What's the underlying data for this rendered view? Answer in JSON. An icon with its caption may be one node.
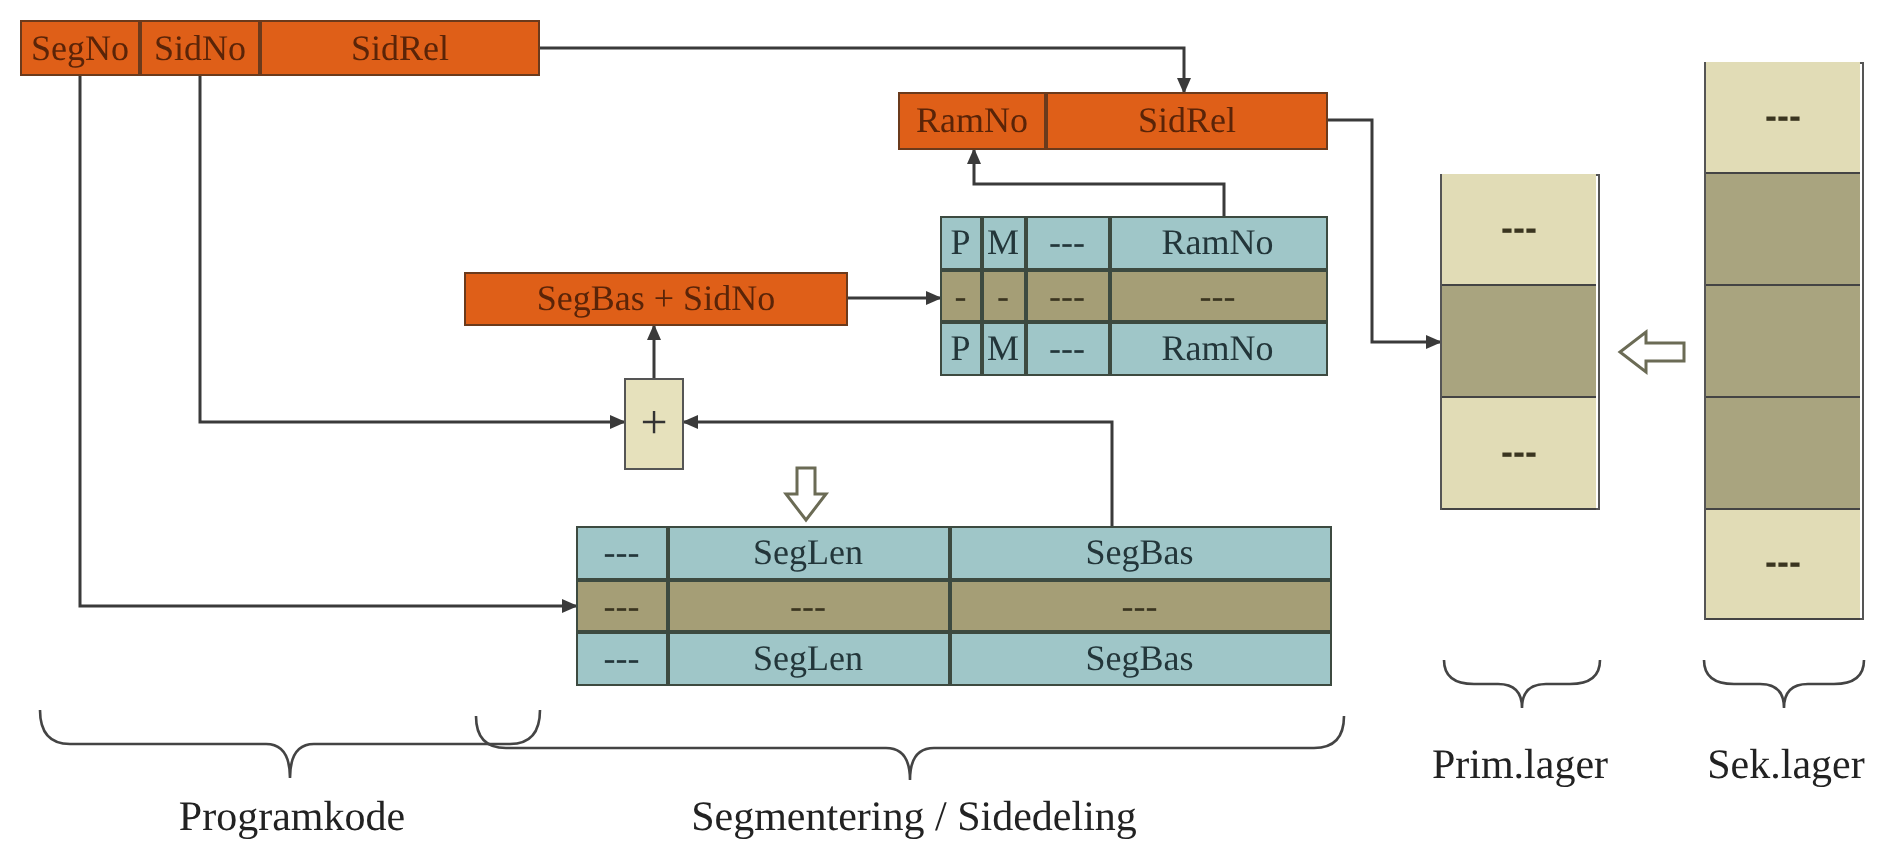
{
  "diagram": {
    "nodes": [
      {
        "text": [
          "SegNo"
        ]
      },
      {
        "text": [
          "SidNo"
        ]
      },
      {
        "text": [
          "SidRel"
        ]
      },
      {
        "text": [
          "RamNo"
        ]
      },
      {
        "text": [
          "SidRel"
        ]
      },
      {
        "text": [
          "P",
          "M",
          "---",
          "RamNo"
        ]
      },
      {
        "text": [
          "-",
          "-",
          "---",
          "---"
        ]
      },
      {
        "text": [
          "P",
          "M",
          "---",
          "RamNo"
        ]
      },
      {
        "text": [
          "SegBas + SidNo"
        ]
      },
      {
        "text": [
          "+"
        ]
      },
      {
        "text": [
          "---",
          "SegLen",
          "SegBas"
        ]
      },
      {
        "text": [
          "---",
          "---",
          "---"
        ]
      },
      {
        "text": [
          "---",
          "SegLen",
          "SegBas"
        ]
      },
      {
        "text": [],
        "shape": "box"
      },
      {
        "text": [
          "---"
        ],
        "in": 13
      },
      {
        "text": [],
        "shape": "box",
        "in": 13
      },
      {
        "text": [
          "---"
        ],
        "in": 13
      },
      {
        "text": [],
        "shape": "box"
      },
      {
        "text": [
          "---"
        ],
        "in": 17
      },
      {
        "text": [],
        "shape": "box",
        "in": 17
      },
      {
        "text": [],
        "shape": "box",
        "in": 17
      },
      {
        "text": [],
        "shape": "box",
        "in": 17
      },
      {
        "text": [
          "---"
        ],
        "in": 17
      }
    ],
    "edges": [
      {
        "from": 0,
        "to": 11,
        "arrow": "to"
      },
      {
        "from": 1,
        "to": 9,
        "arrow": "to"
      },
      {
        "from": 2,
        "to": 4,
        "arrow": "to"
      },
      {
        "from": 10,
        "to": 9,
        "arrow": "to"
      },
      {
        "from": 9,
        "to": 8,
        "arrow": "to"
      },
      {
        "from": 8,
        "to": 6,
        "arrow": "to"
      },
      {
        "from": 5,
        "to": 3,
        "arrow": "to"
      },
      {
        "from": 4,
        "to": 15,
        "arrow": "to"
      },
      {
        "from": 17,
        "to": 13,
        "arrow": "to",
        "style": "thick"
      },
      {
        "from": null,
        "to": 10,
        "arrow": "to",
        "style": "thick"
      }
    ],
    "labels": [
      "Prim.lager",
      "Sek.lager",
      "Programkode",
      "Segmentering / Sidedeling"
    ]
  }
}
